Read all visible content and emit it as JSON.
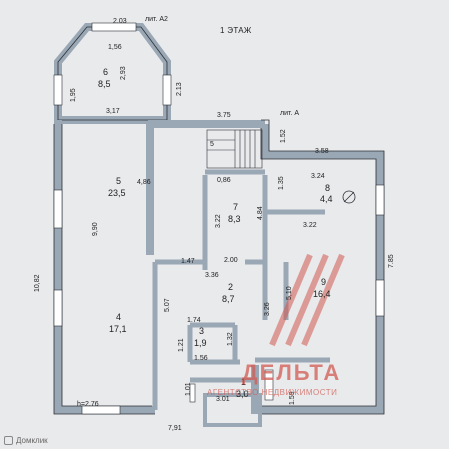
{
  "floor_title": "1 ЭТАЖ",
  "litera_a2": "лит. А2",
  "litera_a": "лит. А",
  "rooms": [
    {
      "no": "1",
      "area": "3,0"
    },
    {
      "no": "2",
      "area": "8,7"
    },
    {
      "no": "3",
      "area": "1,9"
    },
    {
      "no": "4",
      "area": "17,1"
    },
    {
      "no": "5",
      "area": "23,5"
    },
    {
      "no": "6",
      "area": "8,5"
    },
    {
      "no": "7",
      "area": "8,3"
    },
    {
      "no": "8",
      "area": "4,4"
    },
    {
      "no": "9",
      "area": "16,4"
    }
  ],
  "dims": {
    "d203": "2.03",
    "d156a": "1,56",
    "d195": "1,95",
    "d293": "2,93",
    "d213": "2.13",
    "d317": "3,17",
    "d375": "3.75",
    "d152": "1.52",
    "d358": "3.58",
    "d486": "4,86",
    "d990": "9,90",
    "d1082": "10,82",
    "d086": "0,86",
    "d135": "1.35",
    "d324": "3.24",
    "d322a": "3.22",
    "d484": "4.84",
    "d322b": "3.22",
    "d785": "7.85",
    "d147": "1.47",
    "d200": "2.00",
    "d336": "3.36",
    "d507": "5.07",
    "d510": "5,10",
    "d326": "3.26",
    "d174": "1.74",
    "d121": "1.21",
    "d132": "1.32",
    "d156b": "1.56",
    "d101": "1.01",
    "d301": "3.01",
    "d159": "1.59",
    "d791": "7,91",
    "h276": "h=2.76",
    "stair": "5"
  },
  "brand": {
    "name": "ДЕЛЬТА",
    "tagline": "АГЕНТСТВО НЕДВИЖИМОСТИ",
    "color": "#d25a52"
  },
  "watermark": "Домклик",
  "colors": {
    "wall": "#9aa7b4",
    "line": "#2b2f36",
    "paper": "#e9eaec"
  }
}
